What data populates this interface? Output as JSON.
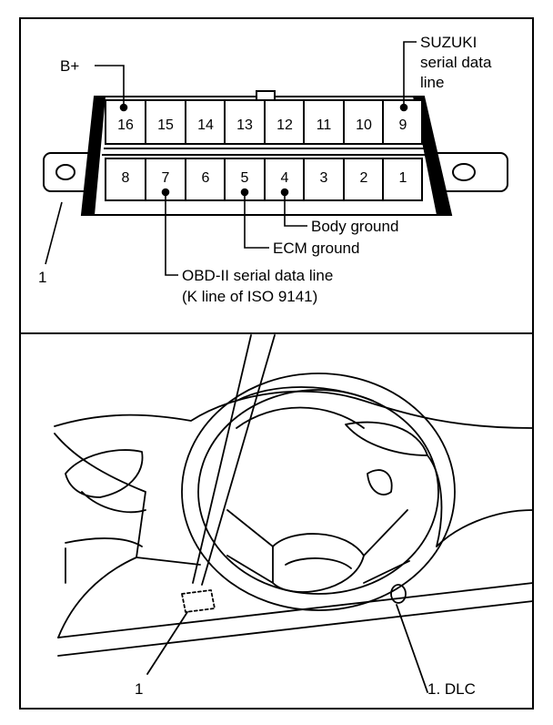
{
  "top_pins": [
    "16",
    "15",
    "14",
    "13",
    "12",
    "11",
    "10",
    "9"
  ],
  "bottom_pins": [
    "8",
    "7",
    "6",
    "5",
    "4",
    "3",
    "2",
    "1"
  ],
  "labels": {
    "bplus": "B+",
    "suzuki_1": "SUZUKI",
    "suzuki_2": "serial data",
    "suzuki_3": "line",
    "body_ground": "Body ground",
    "ecm_ground": "ECM ground",
    "obd_1": "OBD-II serial data line",
    "obd_2": "(K line of ISO 9141)",
    "callout_top": "1",
    "callout_bottom": "1",
    "legend": "1.  DLC"
  }
}
